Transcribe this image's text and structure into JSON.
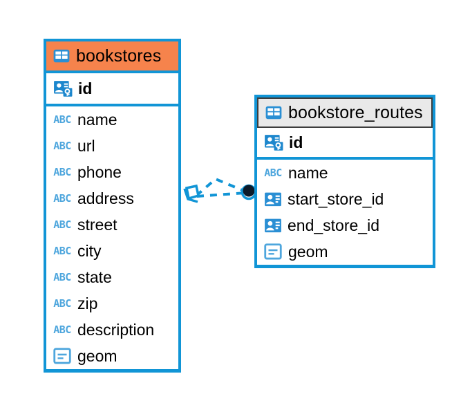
{
  "diagram": {
    "type": "entity-relationship-diagram",
    "background_color": "#ffffff",
    "accent_color": "#1195d6",
    "highlight_color": "#f6834c",
    "entities": [
      {
        "name": "bookstores",
        "header_icon": "table-icon",
        "header_color": "#f6834c",
        "border_color": "#1195d6",
        "fields": [
          {
            "name": "id",
            "icon": "primary-key-icon",
            "key": "primary"
          },
          {
            "name": "name",
            "icon": "abc-text-icon",
            "key": "none"
          },
          {
            "name": "url",
            "icon": "abc-text-icon",
            "key": "none"
          },
          {
            "name": "phone",
            "icon": "abc-text-icon",
            "key": "none"
          },
          {
            "name": "address",
            "icon": "abc-text-icon",
            "key": "none"
          },
          {
            "name": "street",
            "icon": "abc-text-icon",
            "key": "none"
          },
          {
            "name": "city",
            "icon": "abc-text-icon",
            "key": "none"
          },
          {
            "name": "state",
            "icon": "abc-text-icon",
            "key": "none"
          },
          {
            "name": "zip",
            "icon": "abc-text-icon",
            "key": "none"
          },
          {
            "name": "description",
            "icon": "abc-text-icon",
            "key": "none"
          },
          {
            "name": "geom",
            "icon": "geometry-icon",
            "key": "none"
          }
        ]
      },
      {
        "name": "bookstore_routes",
        "header_icon": "table-icon",
        "header_color": "#e9e9e9",
        "border_color": "#1195d6",
        "fields": [
          {
            "name": "id",
            "icon": "primary-key-icon",
            "key": "primary"
          },
          {
            "name": "name",
            "icon": "abc-text-icon",
            "key": "none"
          },
          {
            "name": "start_store_id",
            "icon": "foreign-key-icon",
            "key": "foreign"
          },
          {
            "name": "end_store_id",
            "icon": "foreign-key-icon",
            "key": "foreign"
          },
          {
            "name": "geom",
            "icon": "geometry-icon",
            "key": "none"
          }
        ]
      }
    ],
    "relationship": {
      "style": "dashed",
      "color": "#1195d6",
      "source_marker": "crows-foot-diamond",
      "target_marker": "filled-circle",
      "target_marker_color": "#0d1b2a"
    }
  }
}
